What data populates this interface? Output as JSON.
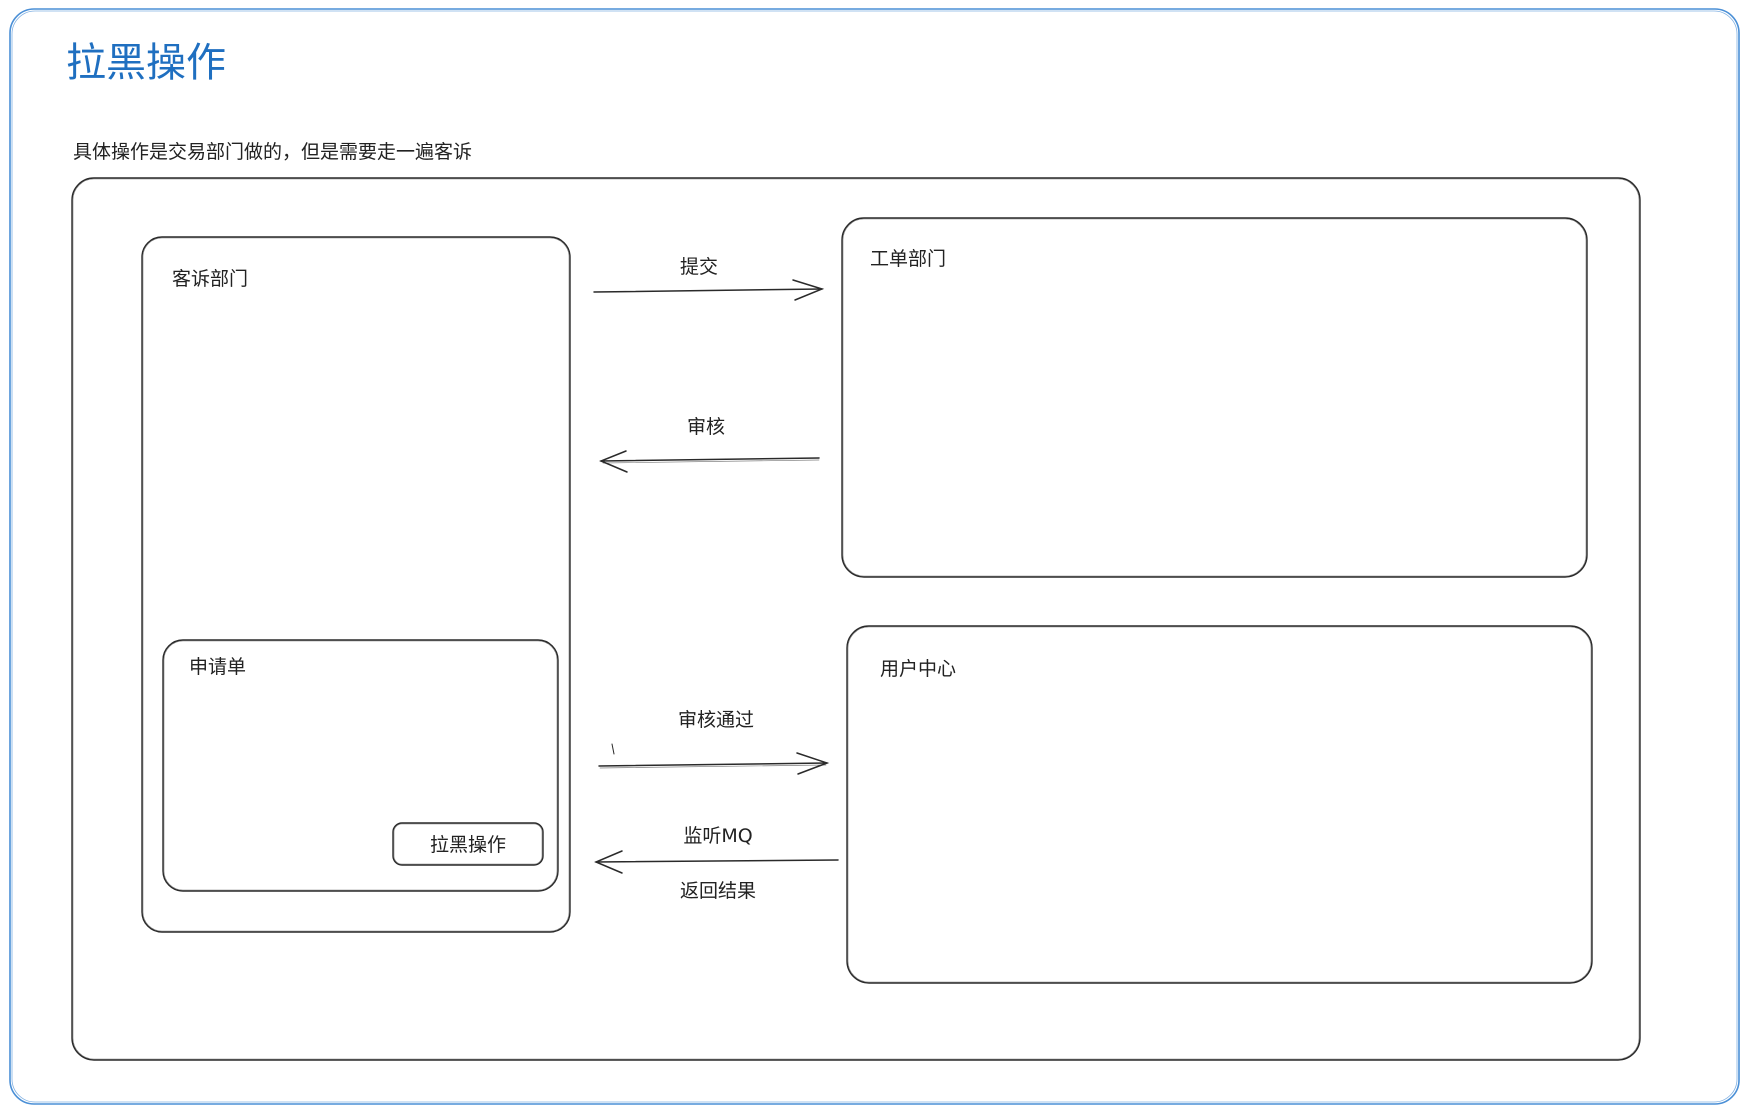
{
  "title": "拉黑操作",
  "subtitle": "具体操作是交易部门做的，但是需要走一遍客诉",
  "colors": {
    "title": "#1f6fc0",
    "frame": "#4a8fd6",
    "stroke": "#2a2a2a",
    "text": "#222222"
  },
  "boxes": {
    "complaint_dept": "客诉部门",
    "ticket_dept": "工单部门",
    "user_center": "用户中心",
    "application": "申请单",
    "blacklist_button": "拉黑操作"
  },
  "arrows": {
    "submit": "提交",
    "review": "审核",
    "approved": "审核通过",
    "listen_mq": "监听MQ",
    "return_result": "返回结果"
  }
}
